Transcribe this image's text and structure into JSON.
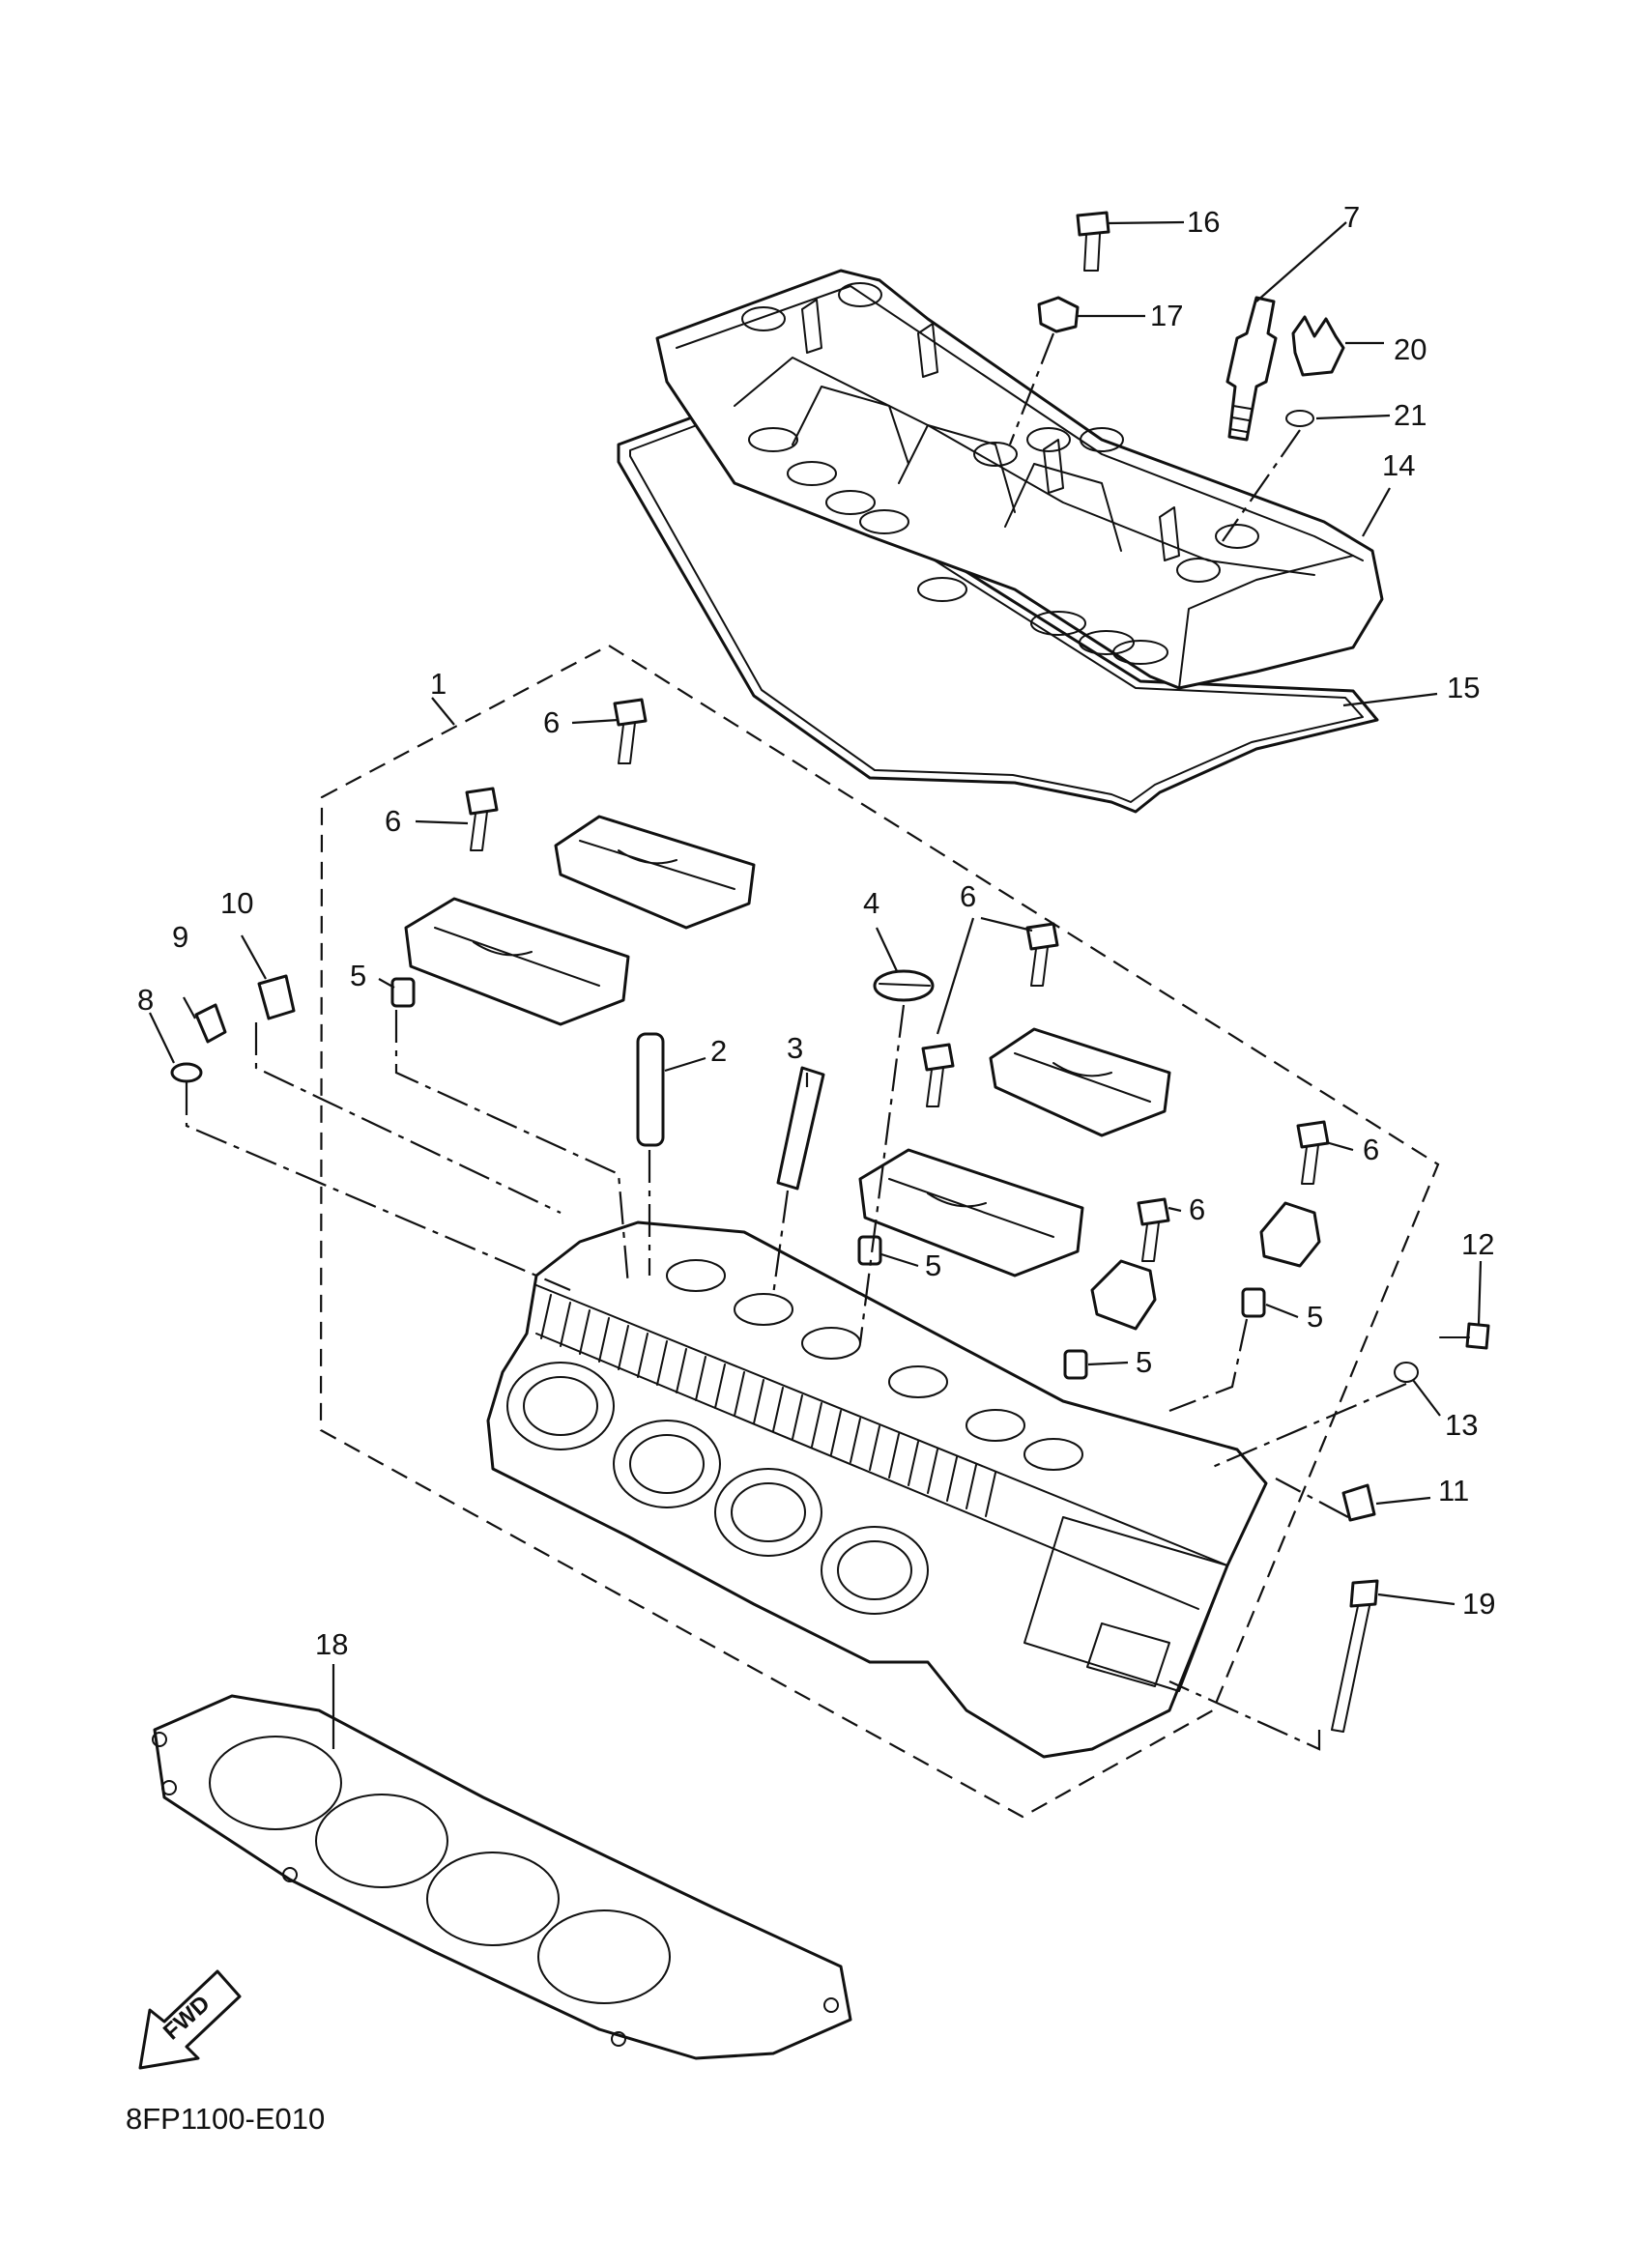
{
  "diagram_code": "8FP1100-E010",
  "fwd_label": "FWD",
  "callouts": [
    {
      "id": "c1",
      "text": "1"
    },
    {
      "id": "c2",
      "text": "2"
    },
    {
      "id": "c3",
      "text": "3"
    },
    {
      "id": "c4",
      "text": "4"
    },
    {
      "id": "c5a",
      "text": "5"
    },
    {
      "id": "c5b",
      "text": "5"
    },
    {
      "id": "c5c",
      "text": "5"
    },
    {
      "id": "c5d",
      "text": "5"
    },
    {
      "id": "c6a",
      "text": "6"
    },
    {
      "id": "c6b",
      "text": "6"
    },
    {
      "id": "c6c",
      "text": "6"
    },
    {
      "id": "c6d",
      "text": "6"
    },
    {
      "id": "c6e",
      "text": "6"
    },
    {
      "id": "c7",
      "text": "7"
    },
    {
      "id": "c8",
      "text": "8"
    },
    {
      "id": "c9",
      "text": "9"
    },
    {
      "id": "c10",
      "text": "10"
    },
    {
      "id": "c11",
      "text": "11"
    },
    {
      "id": "c12",
      "text": "12"
    },
    {
      "id": "c13",
      "text": "13"
    },
    {
      "id": "c14",
      "text": "14"
    },
    {
      "id": "c15",
      "text": "15"
    },
    {
      "id": "c16",
      "text": "16"
    },
    {
      "id": "c17",
      "text": "17"
    },
    {
      "id": "c18",
      "text": "18"
    },
    {
      "id": "c19",
      "text": "19"
    },
    {
      "id": "c20",
      "text": "20"
    },
    {
      "id": "c21",
      "text": "21"
    }
  ]
}
